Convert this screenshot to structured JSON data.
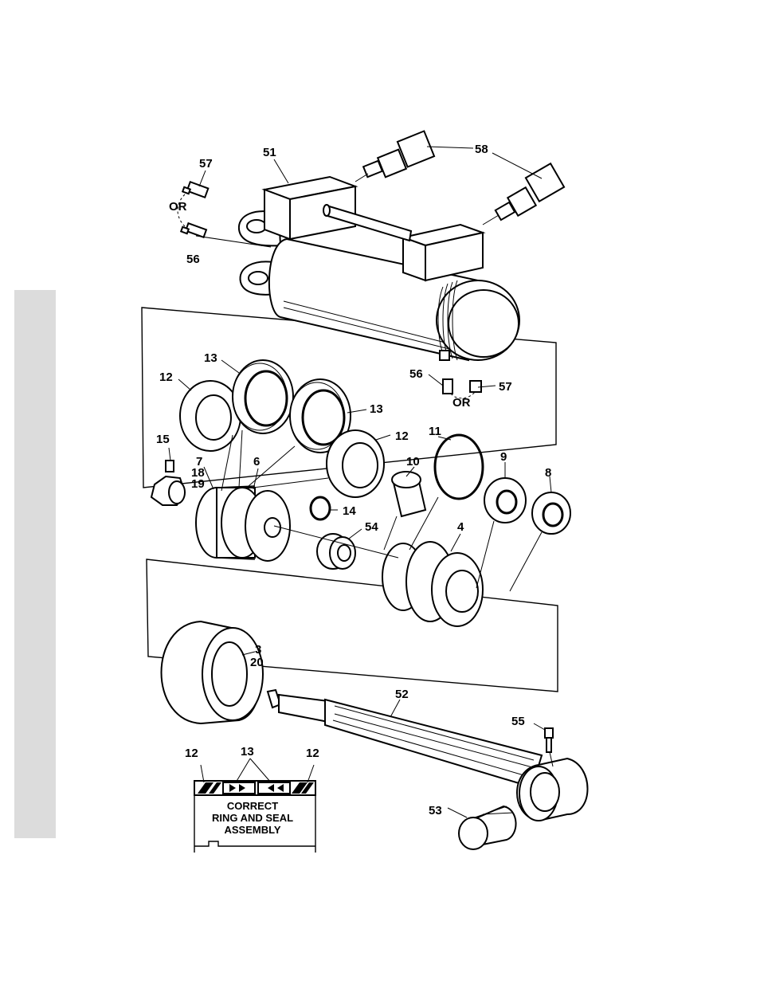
{
  "labels": {
    "l57a": "57",
    "l51": "51",
    "l58": "58",
    "lor1": "OR",
    "l56a": "56",
    "l13a": "13",
    "l12a": "12",
    "l56b": "56",
    "l57b": "57",
    "lor2": "OR",
    "l13b": "13",
    "l12b": "12",
    "l11": "11",
    "l15": "15",
    "l7": "7",
    "l18": "18",
    "l19": "19",
    "l6": "6",
    "l10": "10",
    "l9": "9",
    "l8": "8",
    "l14": "14",
    "l54": "54",
    "l4": "4",
    "l3": "3",
    "l20": "20",
    "l52": "52",
    "l55": "55",
    "l53": "53",
    "l12c": "12",
    "l13c": "13",
    "l12d": "12"
  },
  "inset": {
    "line1": "CORRECT",
    "line2": "RING AND SEAL",
    "line3": "ASSEMBLY"
  }
}
